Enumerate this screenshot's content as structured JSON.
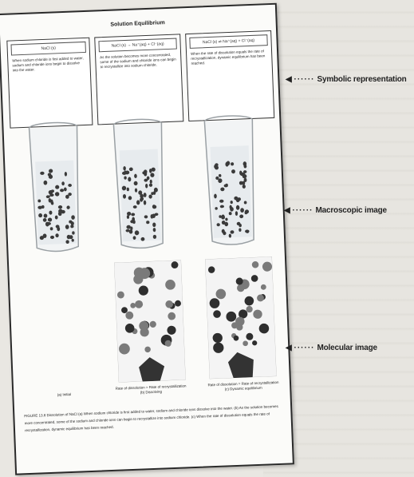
{
  "figure": {
    "title": "Solution Equilibrium",
    "panels": [
      {
        "formula": "NaCl (s)",
        "desc": "When sodium chloride is first added to water, sodium and chloride ions begin to dissolve into the water."
      },
      {
        "formula": "NaCl (s) → Na⁺(aq) + Cl⁻(aq)",
        "desc": "As the solution becomes more concentrated, some of the sodium and chloride ions can begin to recrystallize into sodium chloride."
      },
      {
        "formula": "NaCl (s) ⇌ Na⁺(aq) + Cl⁻(aq)",
        "desc": "When the rate of dissolution equals the rate of recrystallization, dynamic equilibrium has been reached."
      }
    ],
    "captions": [
      "(a) Initial",
      "Rate of dissolution > Rate of recrystallization\n(b) Dissolving",
      "Rate of dissolution = Rate of recrystallization\n(c) Dynamic equilibrium"
    ],
    "figure_caption": "FIGURE 13.8 Dissolution of NaCl (a) When sodium chloride is first added to water, sodium and chloride ions dissolve into the water. (b) As the solution becomes more concentrated, some of the sodium and chloride ions can begin to recrystallize into sodium chloride. (c) When the rate of dissolution equals the rate of recrystallization, dynamic equilibrium has been reached."
  },
  "callouts": {
    "symbolic": "Symbolic representation",
    "macroscopic": "Macroscopic image",
    "molecular": "Molecular image"
  },
  "colors": {
    "ink": "#222222",
    "particle": "#3a3a3a",
    "glass": "#c9cdd0"
  }
}
